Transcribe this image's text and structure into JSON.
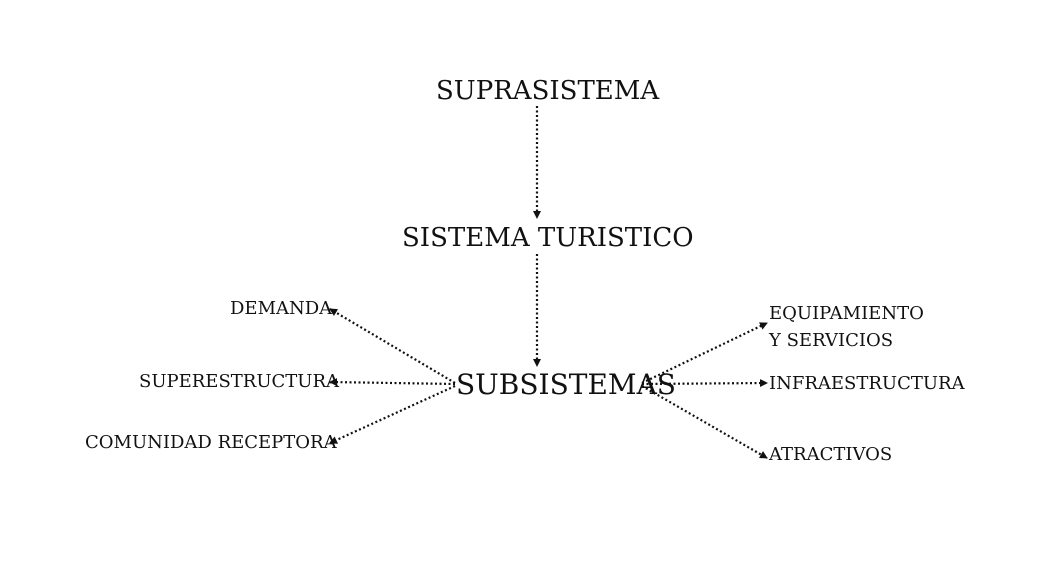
{
  "diagram": {
    "nodes": {
      "suprasistema": "SUPRASISTEMA",
      "sistema_turistico": "SISTEMA TURISTICO",
      "subsistemas": "SUBSISTEMAS",
      "demanda": "DEMANDA",
      "superestructura": "SUPERESTRUCTURA",
      "comunidad_receptora": "COMUNIDAD RECEPTORA",
      "equipamiento_line1": "EQUIPAMIENTO",
      "equipamiento_line2": "Y SERVICIOS",
      "infraestructura": "INFRAESTRUCTURA",
      "atractivos": "ATRACTIVOS"
    },
    "edges": [
      {
        "from": "SUPRASISTEMA",
        "to": "SISTEMA TURISTICO",
        "style": "dotted"
      },
      {
        "from": "SISTEMA TURISTICO",
        "to": "SUBSISTEMAS",
        "style": "dotted"
      },
      {
        "from": "SUBSISTEMAS",
        "to": "DEMANDA",
        "style": "dotted"
      },
      {
        "from": "SUBSISTEMAS",
        "to": "SUPERESTRUCTURA",
        "style": "dotted"
      },
      {
        "from": "SUBSISTEMAS",
        "to": "COMUNIDAD RECEPTORA",
        "style": "dotted"
      },
      {
        "from": "SUBSISTEMAS",
        "to": "EQUIPAMIENTO Y SERVICIOS",
        "style": "dotted"
      },
      {
        "from": "SUBSISTEMAS",
        "to": "INFRAESTRUCTURA",
        "style": "dotted"
      },
      {
        "from": "SUBSISTEMAS",
        "to": "ATRACTIVOS",
        "style": "dotted"
      }
    ],
    "colors": {
      "text": "#111111",
      "arrow": "#111111",
      "background": "#ffffff"
    }
  }
}
